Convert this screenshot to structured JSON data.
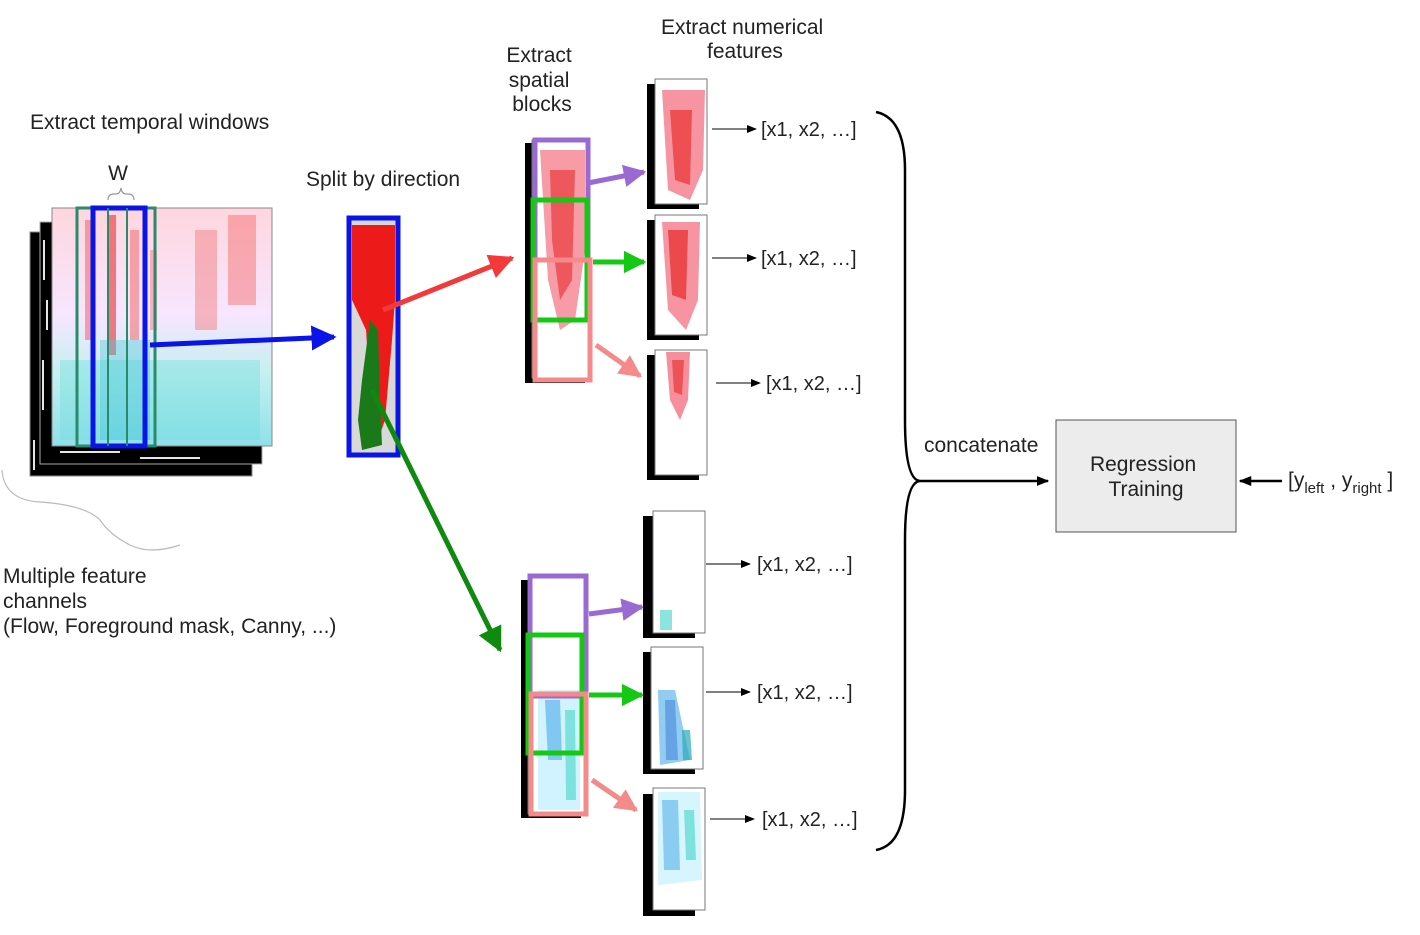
{
  "labels": {
    "temporal": "Extract temporal windows",
    "w": "W",
    "split": "Split by direction",
    "spatial": [
      "Extract",
      "spatial",
      "blocks"
    ],
    "numerical": [
      "Extract numerical",
      "features"
    ],
    "channels": [
      "Multiple feature",
      "channels",
      "(Flow, Foreground mask, Canny, ...)"
    ],
    "concat": "concatenate",
    "regression": [
      "Regression",
      "Training"
    ]
  },
  "feature_vector": "[x1, x2, …]",
  "target": {
    "open": "[",
    "y": "y",
    "left_sub": "left",
    "sep": " , ",
    "right_sub": "right",
    "close": " ]"
  },
  "colors": {
    "blue": "#0a14e6",
    "red": "#f23a3a",
    "green": "#0e8a0e",
    "bright_green": "#14c814",
    "purple": "#9a6ad2",
    "salmon": "#f58a8a",
    "teal": "#2a8a6a",
    "regression_fill": "#ececec"
  }
}
